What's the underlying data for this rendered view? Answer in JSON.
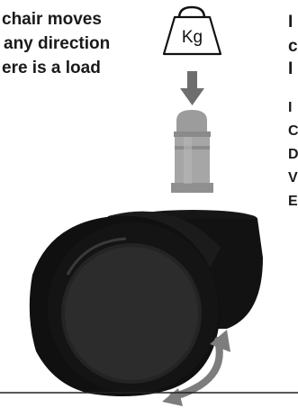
{
  "left_caption": {
    "lines": [
      "chair moves",
      "any direction",
      "ere is a load"
    ]
  },
  "weight": {
    "label": "Kg",
    "icon": "weight-icon"
  },
  "right_caption": {
    "lines_top": [
      "I",
      "c",
      "I"
    ],
    "lines_bottom": [
      "I",
      "C",
      "D",
      "V",
      "E"
    ]
  },
  "colors": {
    "caster_body": "#111111",
    "wheel_shade": "#2a2a2a",
    "stem_gray": "#9a9a9a",
    "arrow_gray": "#7d7d7d",
    "ground_line": "#222222"
  }
}
